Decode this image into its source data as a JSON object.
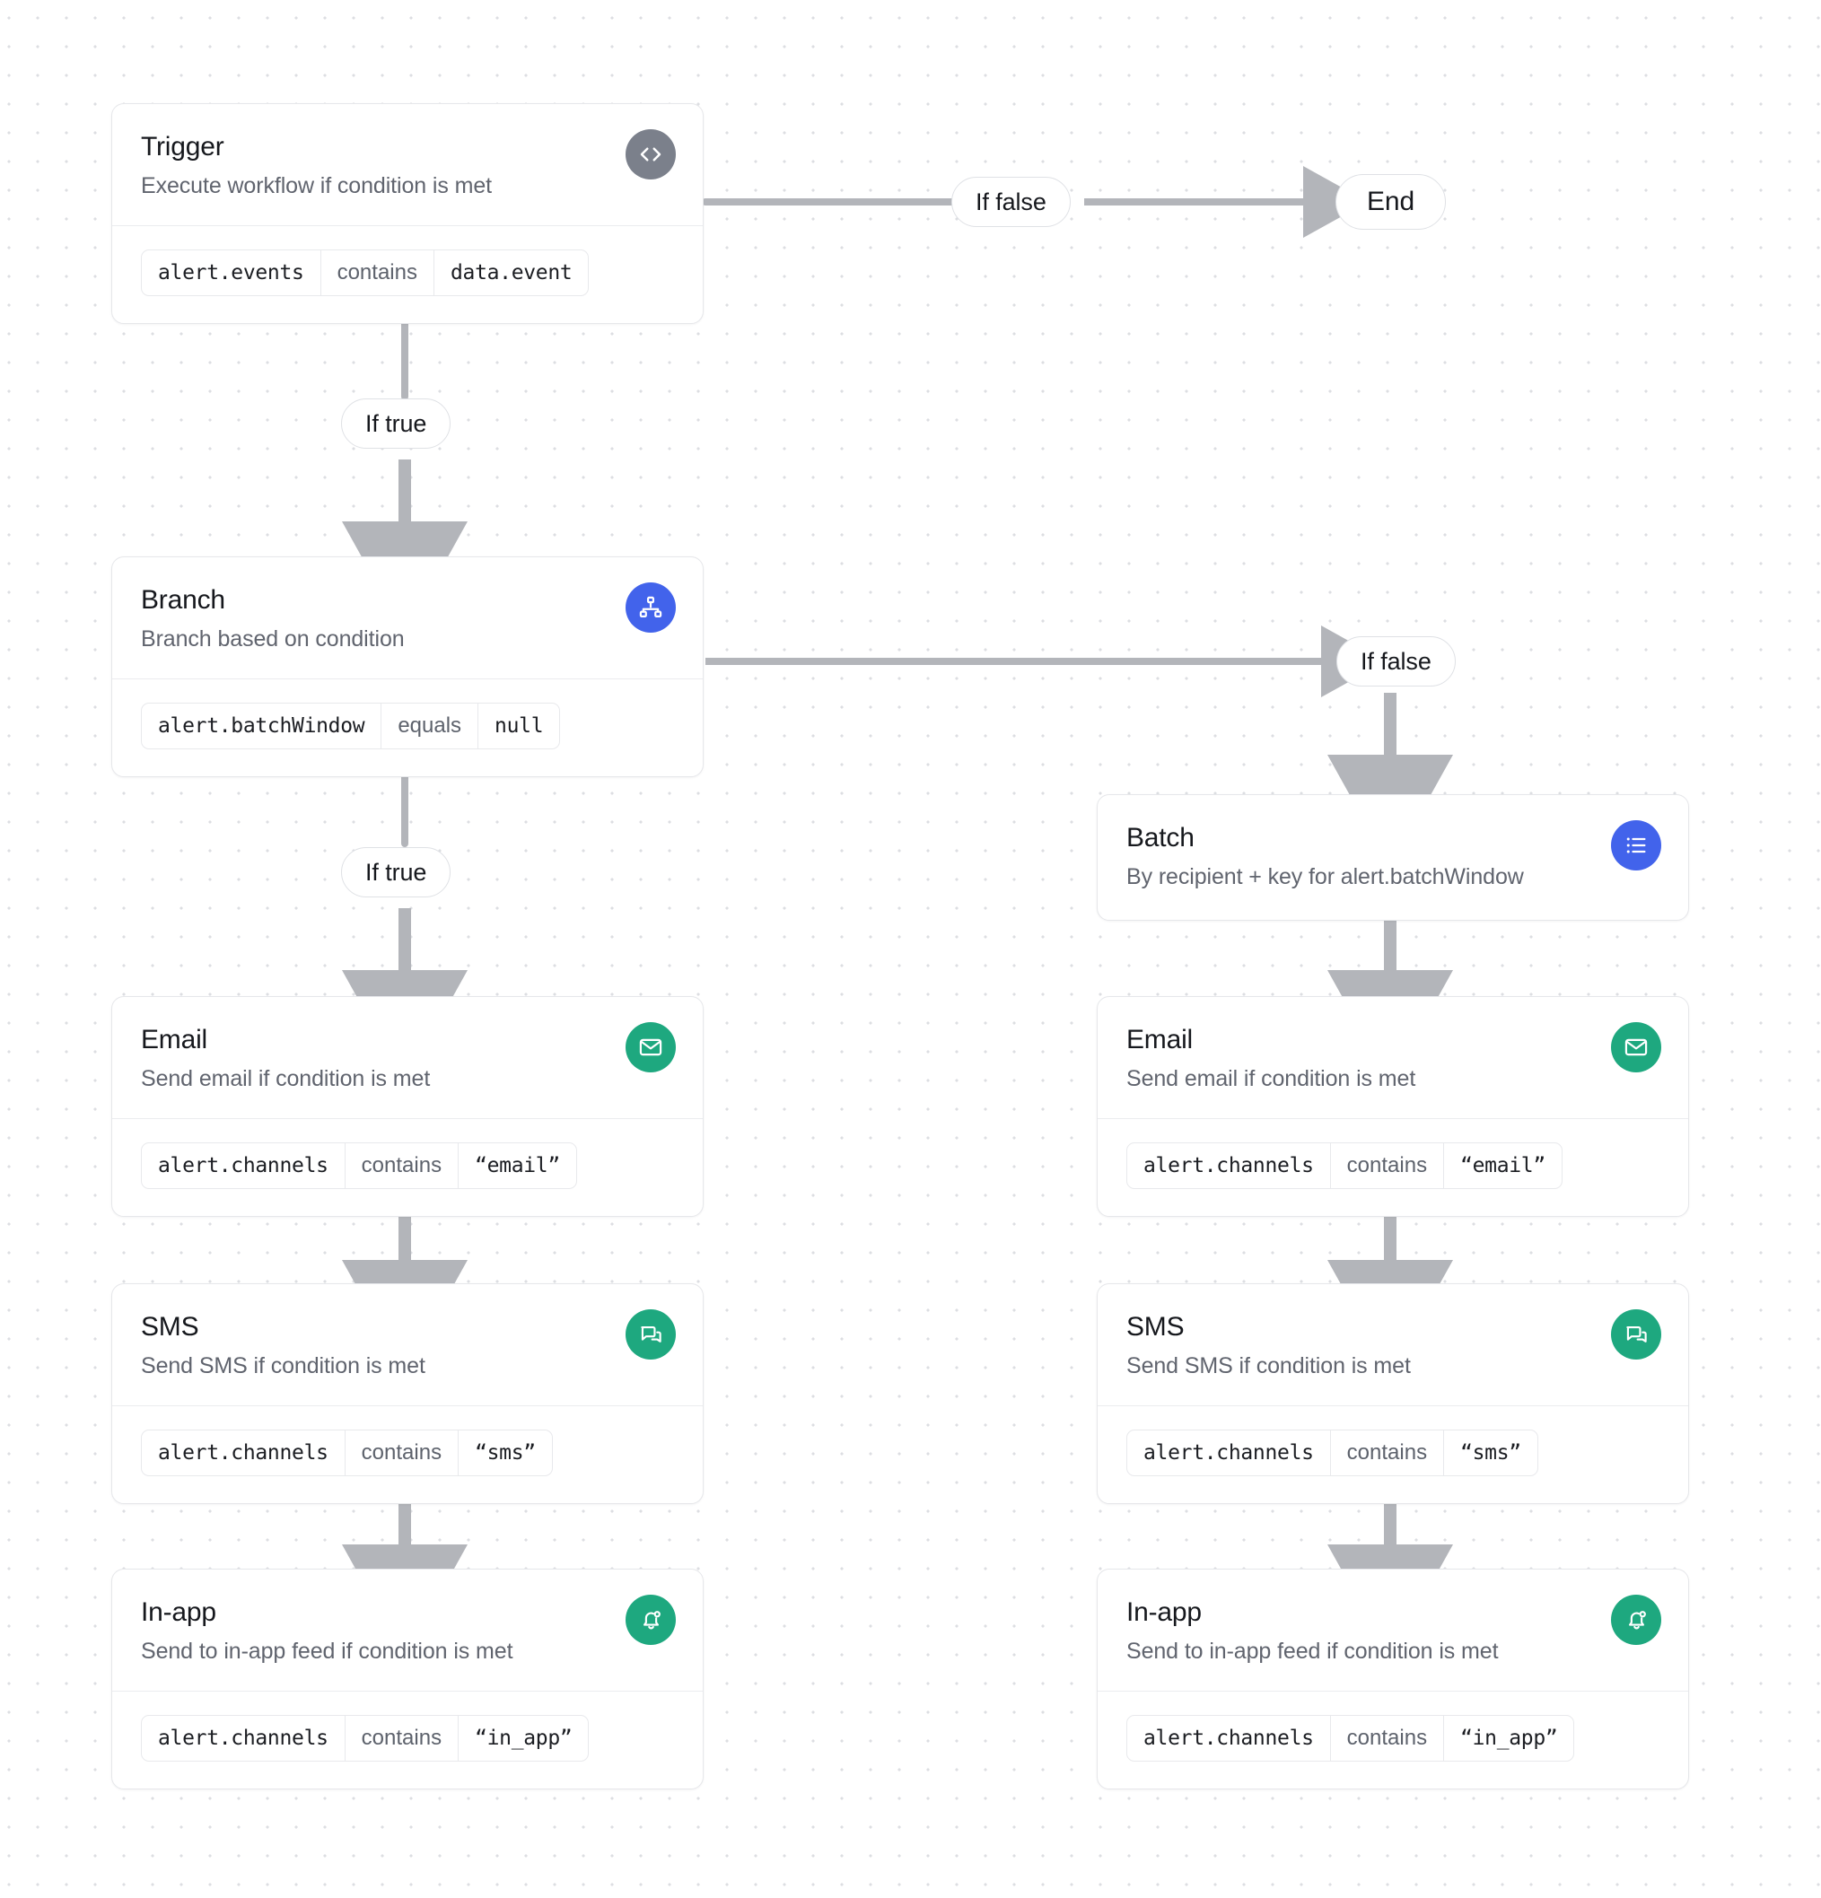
{
  "canvas": {
    "background": "#ffffff",
    "dot_color": "#dcdee2",
    "edge_color": "#b3b5ba"
  },
  "colors": {
    "trigger_badge": "#7b808b",
    "branch_badge": "#4263eb",
    "batch_badge": "#4263eb",
    "channel_badge": "#1ea87f",
    "card_border": "#e6e7ea",
    "title": "#16181d",
    "subtitle": "#60646e"
  },
  "nodes": {
    "trigger": {
      "title": "Trigger",
      "subtitle": "Execute workflow if condition is met",
      "icon": "code-brackets-icon",
      "condition": {
        "field": "alert.events",
        "operator": "contains",
        "value": "data.event"
      }
    },
    "branch": {
      "title": "Branch",
      "subtitle": "Branch based on condition",
      "icon": "hierarchy-icon",
      "condition": {
        "field": "alert.batchWindow",
        "operator": "equals",
        "value": "null"
      }
    },
    "batch": {
      "title": "Batch",
      "subtitle": "By recipient + key for alert.batchWindow",
      "icon": "list-icon"
    },
    "email_left": {
      "title": "Email",
      "subtitle": "Send email if condition is met",
      "icon": "envelope-icon",
      "condition": {
        "field": "alert.channels",
        "operator": "contains",
        "value": "“email”"
      }
    },
    "sms_left": {
      "title": "SMS",
      "subtitle": "Send SMS if condition is met",
      "icon": "chat-bubble-icon",
      "condition": {
        "field": "alert.channels",
        "operator": "contains",
        "value": "“sms”"
      }
    },
    "inapp_left": {
      "title": "In-app",
      "subtitle": "Send to in-app feed if condition is met",
      "icon": "bell-dot-icon",
      "condition": {
        "field": "alert.channels",
        "operator": "contains",
        "value": "“in_app”"
      }
    },
    "email_right": {
      "title": "Email",
      "subtitle": "Send email if condition is met",
      "icon": "envelope-icon",
      "condition": {
        "field": "alert.channels",
        "operator": "contains",
        "value": "“email”"
      }
    },
    "sms_right": {
      "title": "SMS",
      "subtitle": "Send SMS if condition is met",
      "icon": "chat-bubble-icon",
      "condition": {
        "field": "alert.channels",
        "operator": "contains",
        "value": "“sms”"
      }
    },
    "inapp_right": {
      "title": "In-app",
      "subtitle": "Send to in-app feed if condition is met",
      "icon": "bell-dot-icon",
      "condition": {
        "field": "alert.channels",
        "operator": "contains",
        "value": "“in_app”"
      }
    },
    "end": {
      "label": "End"
    }
  },
  "edge_labels": {
    "trigger_false": "If false",
    "trigger_true": "If true",
    "branch_false": "If false",
    "branch_true": "If true"
  }
}
